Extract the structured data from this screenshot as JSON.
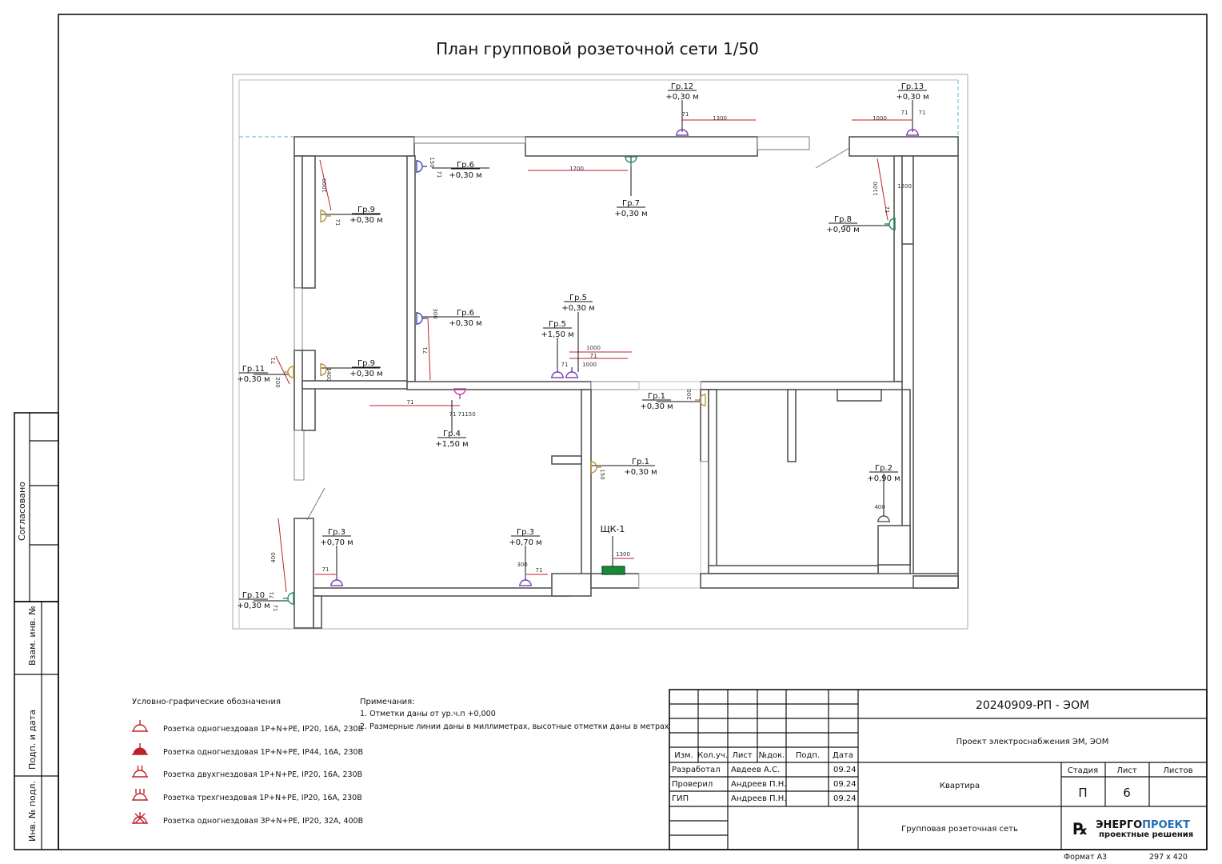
{
  "title": "План групповой розеточной сети 1/50",
  "side_stamp": {
    "agreed": "Согласовано",
    "inv_swap": "Взам. инв. №",
    "sign_date": "Подп. и дата",
    "inv_orig": "Инв. № подл."
  },
  "socket_labels": [
    {
      "group": "Гр.12",
      "level": "+0,30 м"
    },
    {
      "group": "Гр.13",
      "level": "+0,30 м"
    },
    {
      "group": "Гр.6",
      "level": "+0,30 м"
    },
    {
      "group": "Гр.7",
      "level": "+0,30 м"
    },
    {
      "group": "Гр.9",
      "level": "+0,30 м"
    },
    {
      "group": "Гр.8",
      "level": "+0,90 м"
    },
    {
      "group": "Гр.6",
      "level": "+0,30 м"
    },
    {
      "group": "Гр.5",
      "level": "+0,30 м"
    },
    {
      "group": "Гр.5",
      "level": "+1,50 м"
    },
    {
      "group": "Гр.11",
      "level": "+0,30 м"
    },
    {
      "group": "Гр.9",
      "level": "+0,30 м"
    },
    {
      "group": "Гр.1",
      "level": "+0,30 м"
    },
    {
      "group": "Гр.4",
      "level": "+1,50 м"
    },
    {
      "group": "Гр.1",
      "level": "+0,30 м"
    },
    {
      "group": "Гр.2",
      "level": "+0,90 м"
    },
    {
      "group": "Гр.3",
      "level": "+0,70 м"
    },
    {
      "group": "Гр.3",
      "level": "+0,70 м"
    },
    {
      "group": "Гр.10",
      "level": "+0,30 м"
    }
  ],
  "panel_label": "ЩК-1",
  "dimensions": [
    "1300",
    "71",
    "1000",
    "71",
    "71",
    "1700",
    "150",
    "71",
    "1000",
    "71",
    "1100",
    "71",
    "1200",
    "1000",
    "71",
    "71",
    "1000",
    "71",
    "300",
    "71",
    "200",
    "1400",
    "71",
    "71",
    "71",
    "150",
    "200",
    "150",
    "400",
    "1300",
    "400",
    "71",
    "300",
    "71",
    "71",
    "71"
  ],
  "legend": {
    "title": "Условно-графические обозначения",
    "items": [
      {
        "icon": "socket-single-icon",
        "text": "Розетка одногнездовая 1P+N+PE, IP20, 16А, 230В"
      },
      {
        "icon": "socket-single-ip44-icon",
        "text": "Розетка одногнездовая 1P+N+PE, IP44, 16А, 230В"
      },
      {
        "icon": "socket-double-icon",
        "text": "Розетка двухгнездовая 1P+N+PE, IP20, 16А, 230В"
      },
      {
        "icon": "socket-triple-icon",
        "text": "Розетка трехгнездовая 1P+N+PE, IP20, 16А, 230В"
      },
      {
        "icon": "socket-3phase-icon",
        "text": "Розетка одногнездовая 3P+N+PE, IP20, 32А, 400В"
      }
    ]
  },
  "notes": {
    "title": "Примечания:",
    "items": [
      "1. Отметки даны от ур.ч.п +0,000",
      "2. Размерные линии даны в миллиметрах, высотные отметки даны в метрах"
    ]
  },
  "title_block": {
    "code": "20240909-РП - ЭОМ",
    "project": "Проект электроснабжения ЭМ, ЭОМ",
    "object": "Квартира",
    "sheet_name": "Групповая розеточная сеть",
    "headers": [
      "Изм.",
      "Кол.уч.",
      "Лист",
      "№док.",
      "Подп.",
      "Дата"
    ],
    "roles": [
      {
        "role": "Разработал",
        "name": "Авдеев А.С.",
        "date": "09.24"
      },
      {
        "role": "Проверил",
        "name": "Андреев П.Н.",
        "date": "09.24"
      },
      {
        "role": "ГИП",
        "name": "Андреев П.Н.",
        "date": "09.24"
      }
    ],
    "stage_label": "Стадия",
    "sheet_label": "Лист",
    "sheets_label": "Листов",
    "stage": "П",
    "sheet": "6",
    "sheets": "",
    "logo_main_1": "ЭНЕРГО",
    "logo_main_2": "ПРОЕКТ",
    "logo_sub": "проектные решения",
    "format_label": "Формат А3",
    "format_size": "297 x 420"
  },
  "colors": {
    "dimension": "#c0202a",
    "logo_blue": "#1f6fb5",
    "panel": "#1a8a3a"
  }
}
